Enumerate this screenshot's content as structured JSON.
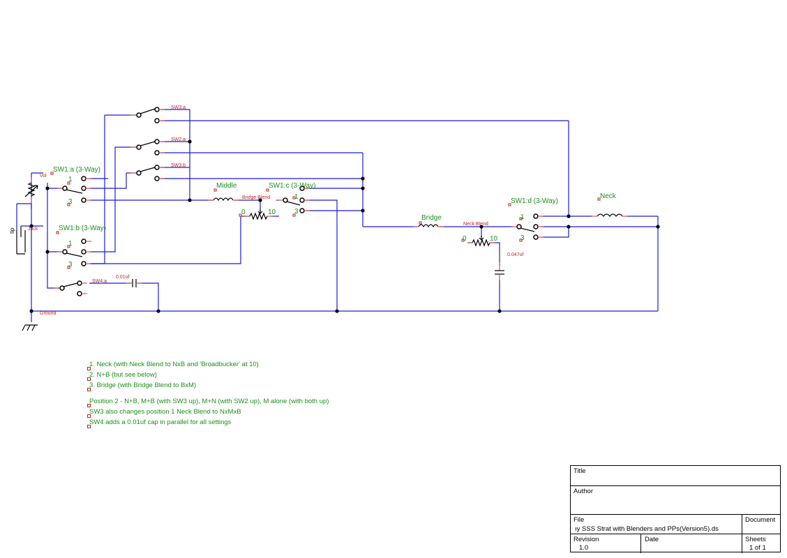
{
  "labels": {
    "sw3a": "SW3:a",
    "sw2a": "SW2:a",
    "sw3b": "SW3:b",
    "sw1a": "SW1:a (3-Way)",
    "sw1b": "SW1:b (3-Way)",
    "sw1c": "SW1:c (3-Way)",
    "sw1d": "SW1:d (3-Way)",
    "sw4a": "SW4:a",
    "vol": "Vol",
    "jack": "Jack",
    "tip": "tip",
    "ground": "Ground",
    "middle": "Middle",
    "bridge": "Bridge",
    "neck": "Neck",
    "bridge_blend": "Bridge Blend",
    "neck_blend": "Neck Blend",
    "cap_small": "0.01uf",
    "cap_tone": "0.047uf",
    "pos1": "1",
    "pos3": "3",
    "pot0": "0",
    "pot10": "10"
  },
  "notes": [
    "1. Neck (with Neck Blend to NxB and 'Broadbucker' at 10)",
    "2. N+B (but see below)",
    "3. Bridge (with Bridge Blend to BxM)",
    "Position 2 - N+B, M+B (with SW3 up), M+N (with SW2 up), M alone (with both up)",
    "SW3 also changes position 1 Neck Blend to NxMxB",
    "SW4 adds a 0.01uf cap in parallel for all settings"
  ],
  "title_block": {
    "title_label": "Title",
    "author_label": "Author",
    "file_label": "File",
    "file_value": "ıy SSS Strat with Blenders and PPs(Version5).ds",
    "document_label": "Document",
    "revision_label": "Revision",
    "revision_value": "1.0",
    "date_label": "Date",
    "sheets_label": "Sheets",
    "sheets_value": "1 of 1"
  }
}
